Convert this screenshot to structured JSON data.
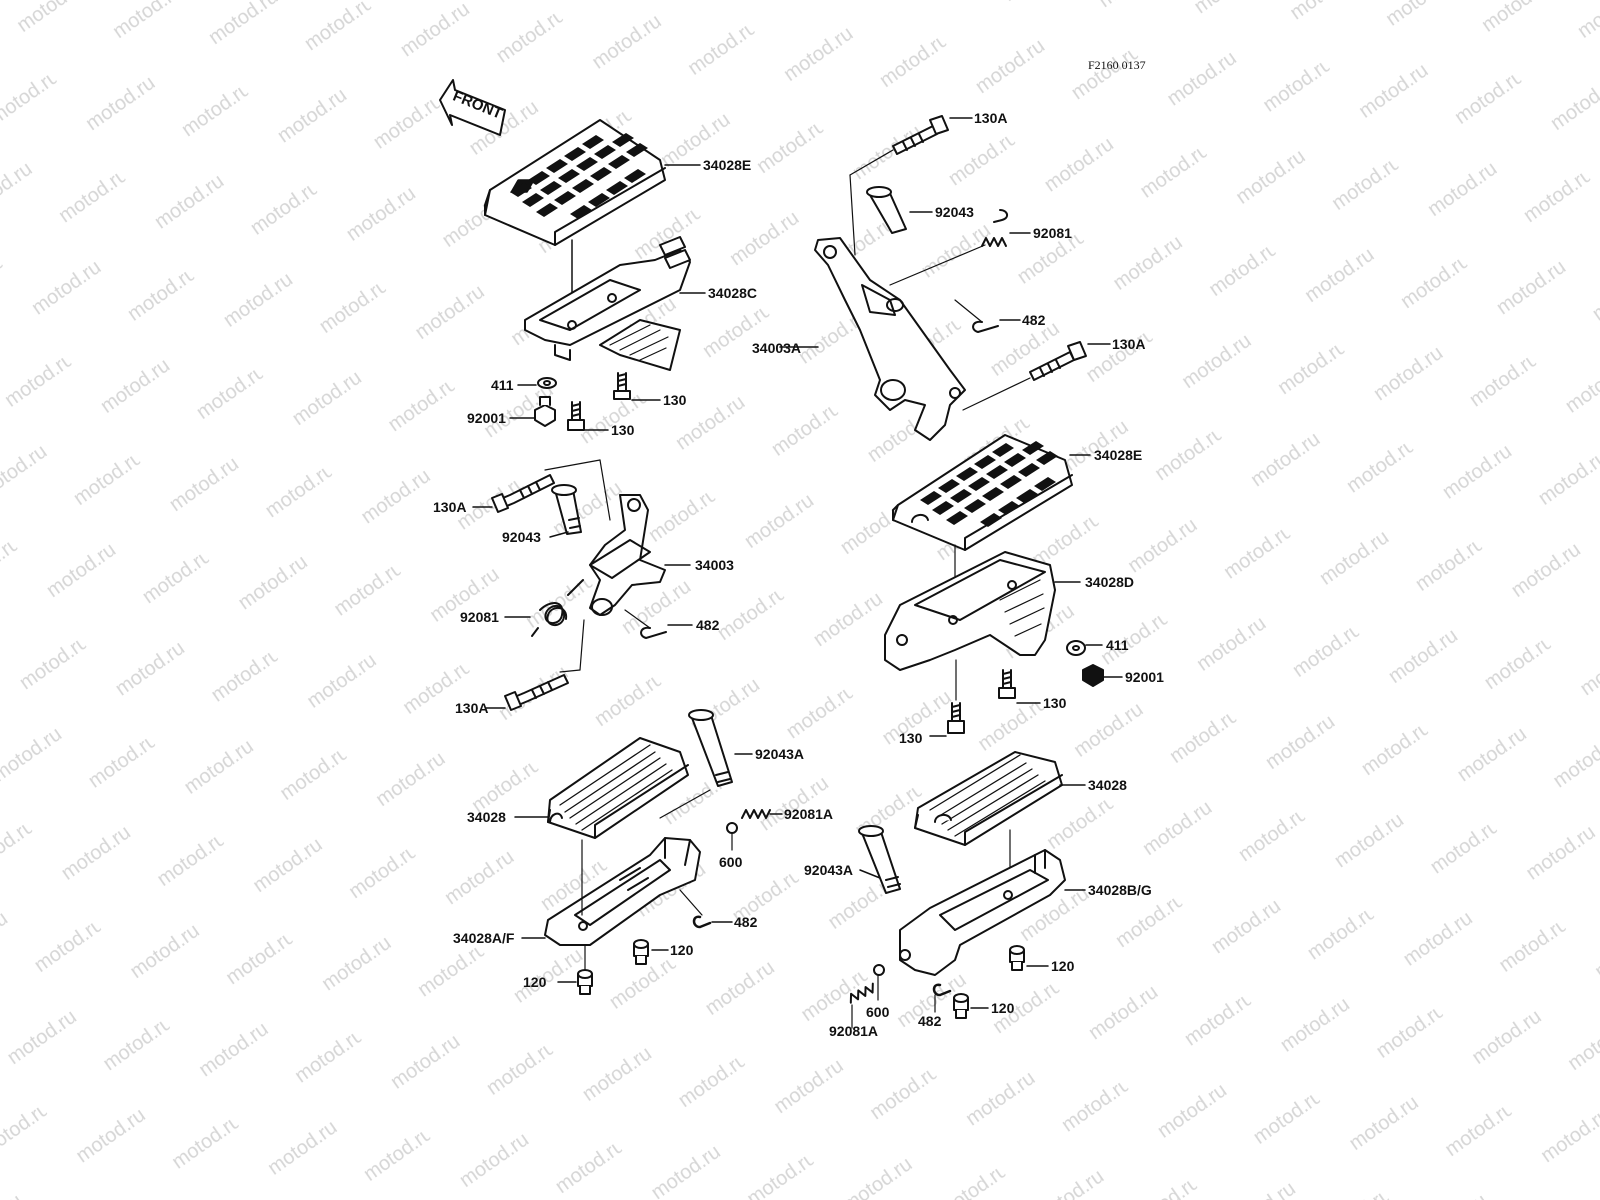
{
  "diagram": {
    "code": "F2160 0137",
    "front_arrow_text": "FRONT",
    "watermark": "motod.ru"
  },
  "labels": {
    "tl_pad_34028E": "34028E",
    "tl_bracket_34028C": "34028C",
    "tl_411": "411",
    "tl_130_a": "130",
    "tl_92001": "92001",
    "tl_130_b": "130",
    "ml_130A_a": "130A",
    "ml_92043": "92043",
    "ml_34003": "34003",
    "ml_92081": "92081",
    "ml_482": "482",
    "ml_130A_b": "130A",
    "bl_92043A": "92043A",
    "bl_34028": "34028",
    "bl_92081A": "92081A",
    "bl_600": "600",
    "bl_482": "482",
    "bl_34028AF": "34028A/F",
    "bl_120_a": "120",
    "bl_120_b": "120",
    "tr_130A_a": "130A",
    "tr_92043": "92043",
    "tr_92081": "92081",
    "tr_482": "482",
    "tr_34003A": "34003A",
    "tr_130A_b": "130A",
    "mr_34028E": "34028E",
    "mr_34028D": "34028D",
    "mr_411": "411",
    "mr_92001": "92001",
    "mr_130_a": "130",
    "mr_130_b": "130",
    "br_34028": "34028",
    "br_92043A": "92043A",
    "br_34028BG": "34028B/G",
    "br_120_a": "120",
    "br_120_b": "120",
    "br_600": "600",
    "br_482": "482",
    "br_92081A": "92081A"
  }
}
